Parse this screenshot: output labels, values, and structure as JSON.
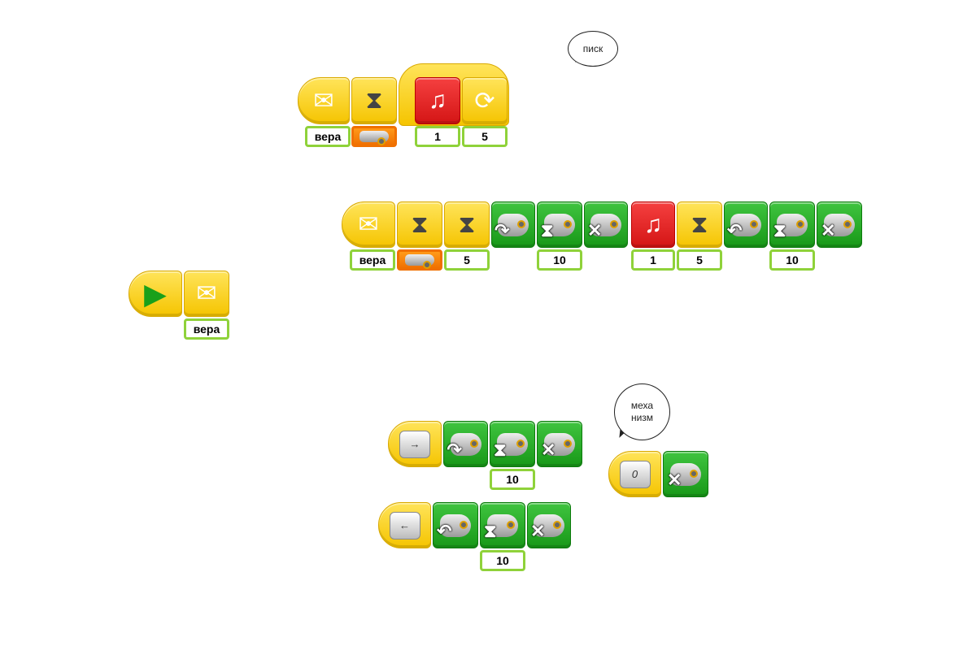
{
  "bubbles": [
    {
      "text": "писк"
    },
    {
      "text": "меха\nнизм"
    }
  ],
  "programs": [
    {
      "name": "program-message-beep",
      "blocks": [
        {
          "type": "receive-message",
          "icon": "envelope-icon"
        },
        {
          "type": "wait",
          "icon": "hourglass-icon"
        },
        {
          "type": "play-sound",
          "icon": "music-note-icon"
        },
        {
          "type": "repeat",
          "icon": "loop-icon"
        }
      ],
      "inputs": [
        "вера",
        "",
        "1",
        "5"
      ]
    },
    {
      "name": "program-message-motor",
      "blocks": [
        {
          "type": "receive-message",
          "icon": "envelope-icon"
        },
        {
          "type": "wait",
          "icon": "hourglass-icon"
        },
        {
          "type": "wait",
          "icon": "hourglass-icon"
        },
        {
          "type": "motor-this-way",
          "icon": "motor-clockwise-icon"
        },
        {
          "type": "motor-on-for",
          "icon": "motor-timer-icon"
        },
        {
          "type": "motor-off",
          "icon": "motor-off-icon"
        },
        {
          "type": "play-sound",
          "icon": "music-note-icon"
        },
        {
          "type": "wait",
          "icon": "hourglass-icon"
        },
        {
          "type": "motor-that-way",
          "icon": "motor-counterclockwise-icon"
        },
        {
          "type": "motor-on-for",
          "icon": "motor-timer-icon"
        },
        {
          "type": "motor-off",
          "icon": "motor-off-icon"
        }
      ],
      "inputs": [
        "вера",
        "",
        "5",
        "10",
        "1",
        "5",
        "10"
      ]
    },
    {
      "name": "program-start-send",
      "blocks": [
        {
          "type": "start",
          "icon": "play-icon"
        },
        {
          "type": "send-message",
          "icon": "envelope-icon"
        }
      ],
      "inputs": [
        "вера"
      ]
    },
    {
      "name": "program-key-right",
      "blocks": [
        {
          "type": "key-start",
          "icon": "key-right-arrow-icon",
          "key": "→"
        },
        {
          "type": "motor-this-way",
          "icon": "motor-clockwise-icon"
        },
        {
          "type": "motor-on-for",
          "icon": "motor-timer-icon"
        },
        {
          "type": "motor-off",
          "icon": "motor-off-icon"
        }
      ],
      "inputs": [
        "10"
      ]
    },
    {
      "name": "program-key-left",
      "blocks": [
        {
          "type": "key-start",
          "icon": "key-left-arrow-icon",
          "key": "←"
        },
        {
          "type": "motor-that-way",
          "icon": "motor-counterclockwise-icon"
        },
        {
          "type": "motor-on-for",
          "icon": "motor-timer-icon"
        },
        {
          "type": "motor-off",
          "icon": "motor-off-icon"
        }
      ],
      "inputs": [
        "10"
      ]
    },
    {
      "name": "program-key-zero",
      "blocks": [
        {
          "type": "key-start",
          "icon": "key-zero-icon",
          "key": "0"
        },
        {
          "type": "motor-off",
          "icon": "motor-off-icon"
        }
      ],
      "inputs": []
    }
  ]
}
